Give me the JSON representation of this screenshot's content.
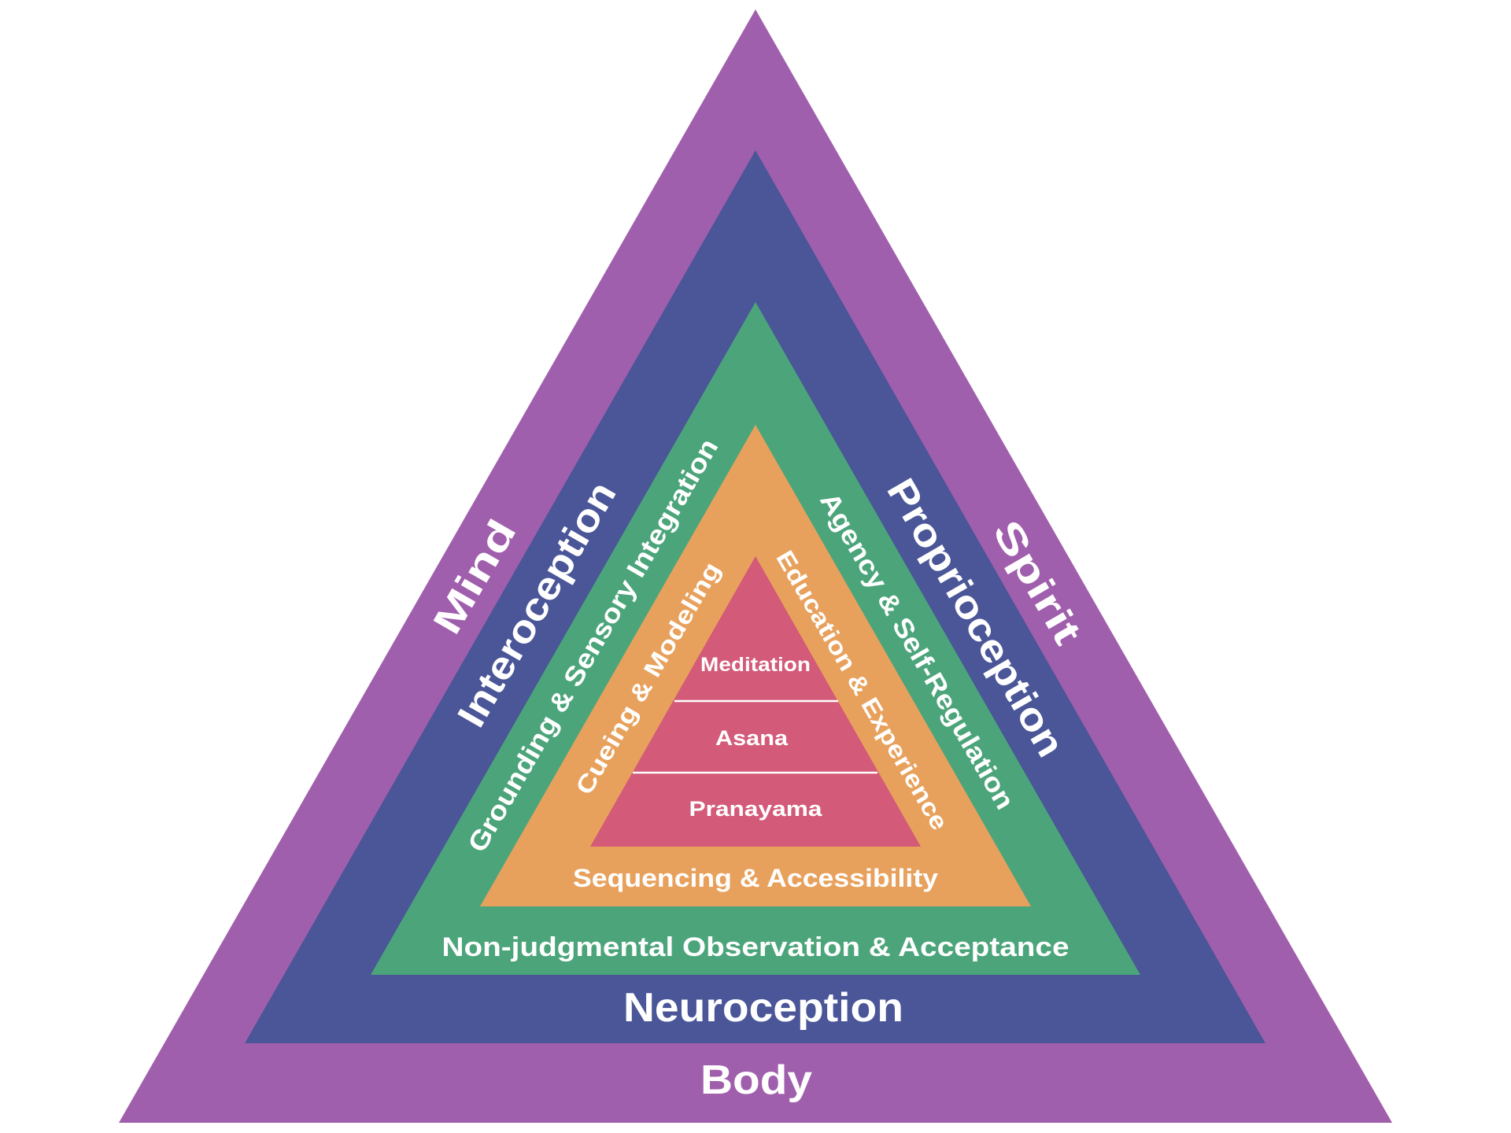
{
  "diagram": {
    "layers": [
      {
        "id": "outer",
        "color": "#A05FAC",
        "left": "Mind",
        "right": "Spirit",
        "bottom": "Body"
      },
      {
        "id": "second",
        "color": "#4A5698",
        "left": "Interoception",
        "right": "Proprioception",
        "bottom": "Neuroception"
      },
      {
        "id": "third",
        "color": "#4CA57A",
        "left": "Grounding & Sensory Integration",
        "right": "Agency & Self-Regulation",
        "bottom": "Non-judgmental Observation & Acceptance"
      },
      {
        "id": "fourth",
        "color": "#E8A15C",
        "left": "Cueing & Modeling",
        "right": "Education & Experience",
        "bottom": "Sequencing & Accessibility"
      },
      {
        "id": "core",
        "color": "#D35A78",
        "tiers": [
          "Meditation",
          "Asana",
          "Pranayama"
        ]
      }
    ]
  }
}
